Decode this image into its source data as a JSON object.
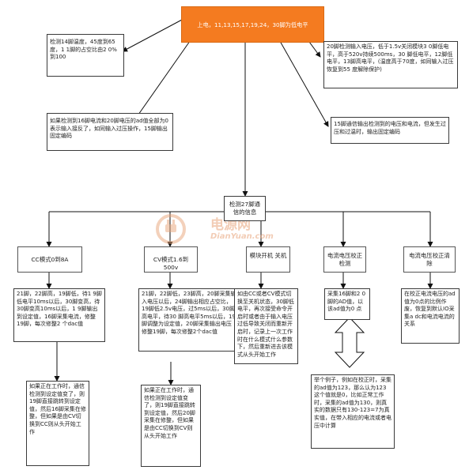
{
  "root": {
    "text": "上电，11,13,15,17,19,24，30脚为低电平"
  },
  "top_left_1": "检测14脚温度，45度到65度，1 1脚的占空比由2 0%到100",
  "top_left_2": "如果检测到16脚电流和20脚电压的ad值全部为0表示输入接反了，如同输入过压操作，15脚输出固定编码",
  "top_right_1": "20脚检测输入电压，低于1.5v关闭模块3 0脚低电平，高于520v持续500ms，30 脚低电平，12脚低电平，13脚高电平，(温度高于70度，如同输入过压恢复到55 度解除保护)",
  "top_right_2": "15脚通信输出检测到的电压和电流，但发生过压和过温时，输出固定编码",
  "hub": "检测27脚通信的信息",
  "branches": [
    {
      "title": "CC模式0到8A",
      "detail": "21脚，22脚高，19脚低，待1 9脚低电平10ms以后，30脚变高，待30脚变高10ms以后，1 9脚输出到设定值，16脚采集电流，修整19脚，每次修整2 个dac值",
      "note": "如果正在工作时，通信检测到设定值变了，则19脚直接跳转到设定值，然后16脚采集在修整，但如果是由CV切换到CC则从头开始工作"
    },
    {
      "title": "CV模式1.6到500v",
      "detail": "21脚，22脚低，23脚高，20脚采集输入电压以后，24脚输出相应占空比，19脚低2.5v电压，过5ms以后，30脚高电平，待30 脚高电平5ms以后，19脚调整为设定值，20脚采集输出电压修整19脚，每次修整2个dac值",
      "note": "如果正在工作时，通信检测到设定值变了，则19脚直接跳转到设定值，然后20脚采集在修整，但如果是由CC切换到CV则从头开始工作"
    },
    {
      "title": "模块开机 关机",
      "detail": "如由CC或者CV模式切换至关机状态，30脚低电平，再次接受命令开启时或者由于输入电压过低导致关闭而重新开启时，记录上一次工作时在什么模式什么参数下，然后重新进去该模式从头开始工作"
    },
    {
      "title": "电流电压校正检测",
      "detail": "采集16脚和2 0脚的AD值，以该ad值为0 点",
      "note": "举个例子，例如在校正时，采集的ad值为123，那么认为123这个值就是0，比如正常工作时，采集的ad值为130，则真实的数据只有130-123=7为真实值，在带入相应的电流或者电压中计算"
    },
    {
      "title": "电流电压校正清除",
      "detail": "在校正电流电压的ad值为0点的比例作废，恢复到默认IO采集a dc和电流电流的关系"
    }
  ],
  "watermark": {
    "cn": "电源网",
    "en": "DianYuan.com"
  }
}
